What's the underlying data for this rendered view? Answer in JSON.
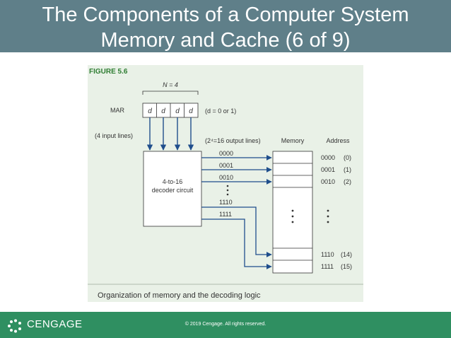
{
  "slide": {
    "title_line1": "The Components of a Computer System",
    "title_line2": "Memory and Cache (6 of 9)"
  },
  "figure": {
    "label": "FIGURE 5.6",
    "n_label": "N = 4",
    "mar_label": "MAR",
    "bit_char": "d",
    "d_note": "(d = 0 or 1)",
    "input_lines": "(4 input lines)",
    "output_lines": "(2⁴=16 output lines)",
    "memory_label": "Memory",
    "address_label": "Address",
    "decoder_line1": "4-to-16",
    "decoder_line2": "decoder circuit",
    "outputs": [
      "0000",
      "0001",
      "0010",
      "1110",
      "1111"
    ],
    "addresses": [
      {
        "bin": "0000",
        "dec": "(0)"
      },
      {
        "bin": "0001",
        "dec": "(1)"
      },
      {
        "bin": "0010",
        "dec": "(2)"
      },
      {
        "bin": "1110",
        "dec": "(14)"
      },
      {
        "bin": "1111",
        "dec": "(15)"
      }
    ],
    "caption": "Organization of memory and the decoding logic"
  },
  "footer": {
    "brand": "CENGAGE",
    "copyright": "© 2019 Cengage. All rights reserved."
  },
  "colors": {
    "title_bar": "#5f7f89",
    "footer": "#2f8f61",
    "figure_bg": "#e9f1e7",
    "arrow": "#1f4e8c",
    "figure_label": "#2e7d32"
  }
}
